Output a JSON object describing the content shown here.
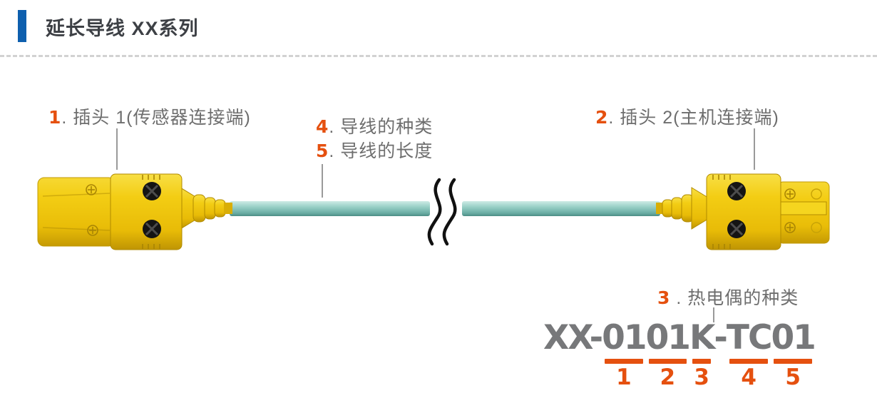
{
  "header": {
    "title": "延长导线 XX系列"
  },
  "callouts": {
    "plug1": {
      "num": "1",
      "label": ". 插头 1(传感器连接端)"
    },
    "plug2": {
      "num": "2",
      "label": ". 插头 2(主机连接端)"
    },
    "thermocouple": {
      "num": "3",
      "label": " . 热电偶的种类"
    },
    "wire_type": {
      "num": "4",
      "label": ". 导线的种类"
    },
    "wire_length": {
      "num": "5",
      "label": ". 导线的长度"
    }
  },
  "model_code": {
    "full": "XX-0101K-TC01",
    "segments": [
      {
        "text": "XX-",
        "num": ""
      },
      {
        "text": "01",
        "num": "1"
      },
      {
        "text": "01",
        "num": "2"
      },
      {
        "text": "K",
        "num": "3"
      },
      {
        "text": "-",
        "num": ""
      },
      {
        "text": "TC",
        "num": "4"
      },
      {
        "text": "01",
        "num": "5"
      }
    ]
  },
  "colors": {
    "accent_blue": "#0e5fae",
    "accent_orange": "#e5500f",
    "connector_yellow": "#f2c911",
    "cable_teal": "#8cc6bd",
    "callout_gray": "#6e6e6e",
    "model_gray": "#77787a",
    "title_gray": "#3d4045"
  }
}
